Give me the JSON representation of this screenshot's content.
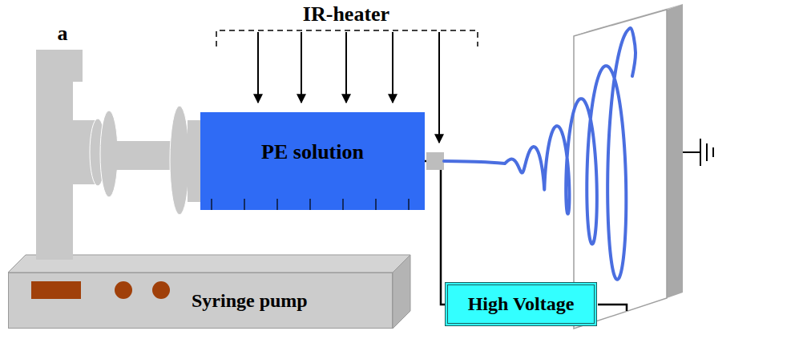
{
  "diagram": {
    "nodes": [
      {
        "text": [
          "PE solution"
        ]
      },
      {
        "text": [
          "Syringe pump"
        ]
      },
      {
        "text": [
          "High Voltage"
        ]
      }
    ],
    "edges": [
      {
        "from": 0,
        "to": 2,
        "arrow": "none"
      }
    ],
    "labels": [
      "a",
      "IR-heater"
    ]
  }
}
